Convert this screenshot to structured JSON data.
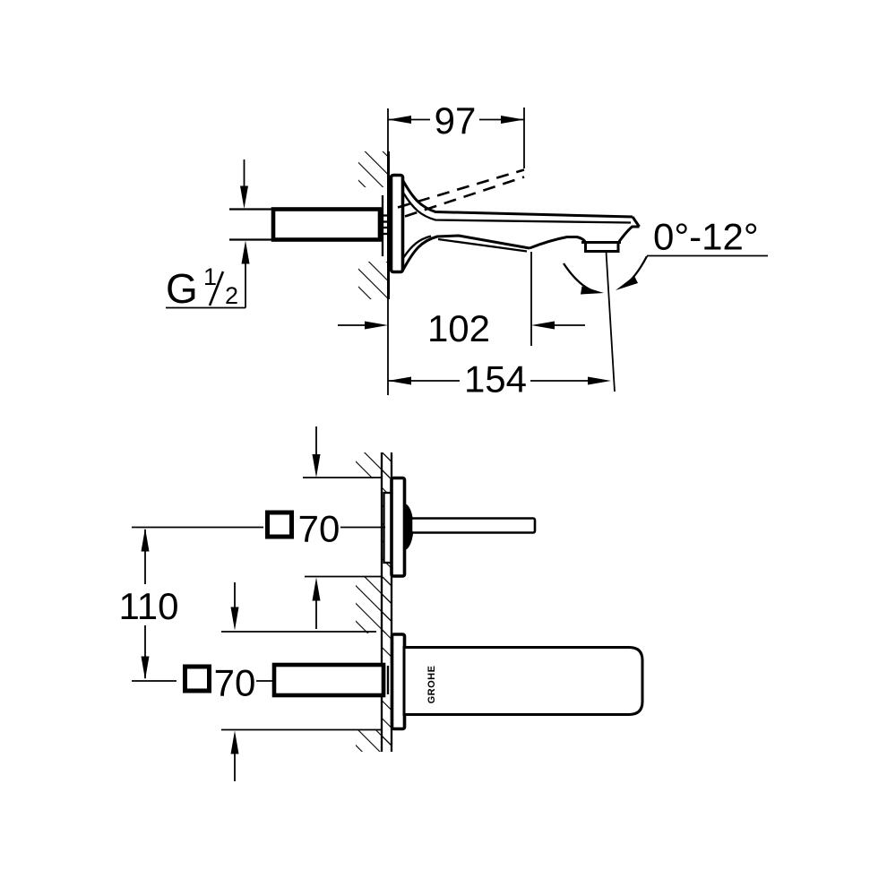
{
  "drawing": {
    "type": "technical-dimension-drawing",
    "product": "wall-mounted two-hole basin mixer",
    "colors": {
      "line": "#000000",
      "background": "#ffffff"
    },
    "side_view": {
      "dim_wall_to_raised_lever": "97",
      "thread": {
        "label": "G 1/2",
        "prefix": "G",
        "numerator": "1",
        "denominator": "2"
      },
      "dim_wall_to_outlet": "102",
      "dim_spout_reach": "154",
      "spray_angle_range": "0°-12°"
    },
    "plan_view": {
      "upper_plate": {
        "symbol": "□",
        "value": "70"
      },
      "lower_plate": {
        "symbol": "□",
        "value": "70"
      },
      "dim_center_distance": "110",
      "brand_logo": "GROHE"
    }
  }
}
